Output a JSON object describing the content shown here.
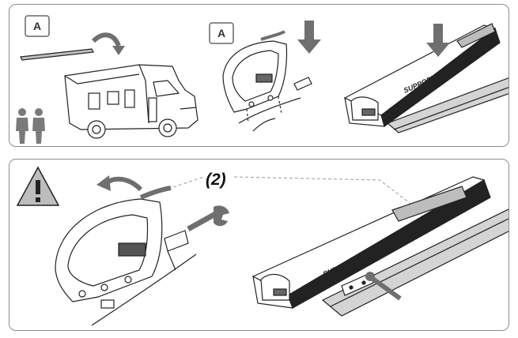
{
  "labels": {
    "part_a_1": "A",
    "part_a_2": "A",
    "callout": "(2)",
    "support_1": "SUPPORT",
    "support_2": "SUPPORT"
  },
  "icons": {
    "people": "two-people-icon",
    "warning": "warning-triangle-icon",
    "wrench": "wrench-icon",
    "arrow_down": "arrow-down-icon",
    "arrow_curved": "curved-arrow-icon"
  },
  "colors": {
    "line": "#222222",
    "panel_border": "#8d8d8d",
    "figure_gray": "#6f6f6f",
    "strip_gray": "#bdbdbd",
    "warning_fill": "#bdbdbd"
  }
}
